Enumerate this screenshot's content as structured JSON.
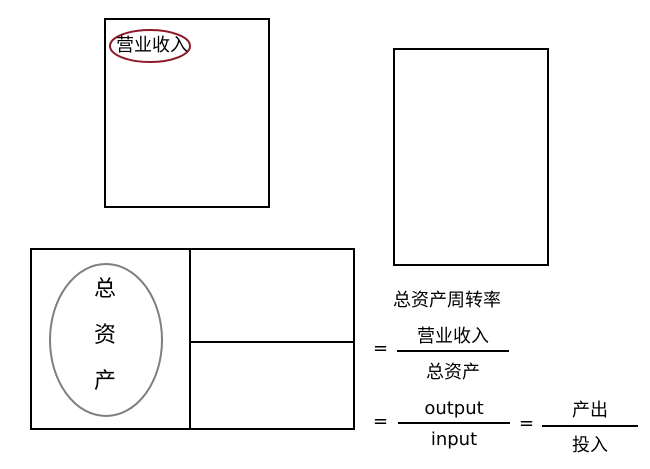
{
  "revenue_box": {
    "label": "营业收入"
  },
  "assets_box": {
    "chars": [
      "总",
      "资",
      "产"
    ]
  },
  "formula": {
    "title": "总资产周转率",
    "eq1": "=",
    "numerator1": "营业收入",
    "denominator1": "总资产",
    "eq2": "=",
    "numerator2": "output",
    "denominator2": "input",
    "eq3": "=",
    "numerator3": "产出",
    "denominator3": "投入"
  },
  "colors": {
    "highlight_ellipse": "#8b1a2a",
    "assets_ellipse": "#7f7f7f"
  }
}
